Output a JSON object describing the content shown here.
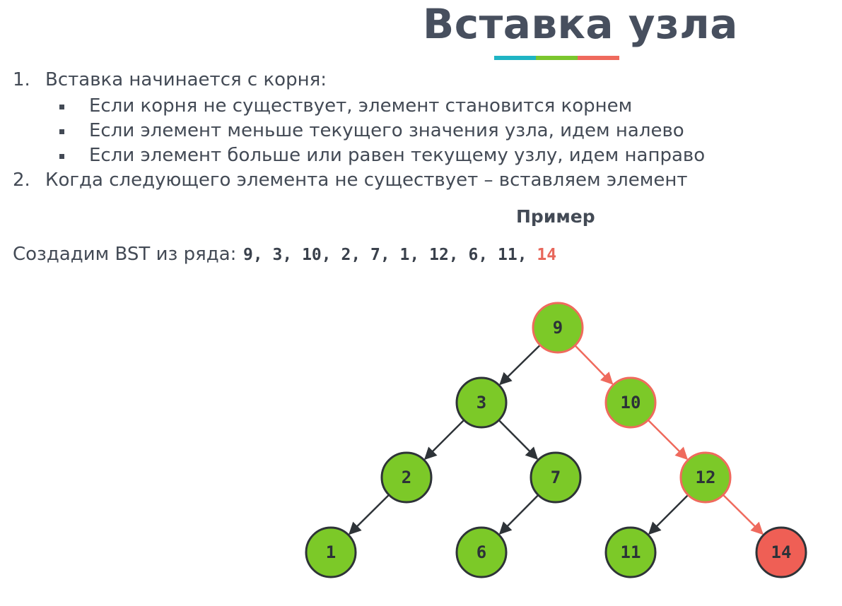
{
  "title": "Вставка узла",
  "accent_colors": [
    "#1fb4c4",
    "#7bc62e",
    "#ef6a5d"
  ],
  "rules": {
    "item1_num": "1.",
    "item1": "Вставка начинается с корня:",
    "bullets": [
      "Если корня не существует, элемент становится корнем",
      "Если элемент меньше текущего значения узла, идем налево",
      "Если элемент больше или равен текущему узлу, идем направо"
    ],
    "item2_num": "2.",
    "item2": "Когда следующего элемента не существует – вставляем элемент"
  },
  "example": {
    "heading": "Пример",
    "label": "Создадим BST из ряда:",
    "sequence": [
      "9",
      "3",
      "10",
      "2",
      "7",
      "1",
      "12",
      "6",
      "11"
    ],
    "highlighted": "14",
    "highlight_color": "#e8675b"
  },
  "tree": {
    "nodes": [
      {
        "id": "n9",
        "label": "9",
        "state": "path"
      },
      {
        "id": "n3",
        "label": "3",
        "state": "normal"
      },
      {
        "id": "n10",
        "label": "10",
        "state": "path"
      },
      {
        "id": "n2",
        "label": "2",
        "state": "normal"
      },
      {
        "id": "n7",
        "label": "7",
        "state": "normal"
      },
      {
        "id": "n12",
        "label": "12",
        "state": "path"
      },
      {
        "id": "n1",
        "label": "1",
        "state": "normal"
      },
      {
        "id": "n6",
        "label": "6",
        "state": "normal"
      },
      {
        "id": "n11",
        "label": "11",
        "state": "normal"
      },
      {
        "id": "n14",
        "label": "14",
        "state": "inserted"
      }
    ],
    "edges": [
      {
        "from": "n9",
        "to": "n3",
        "state": "normal"
      },
      {
        "from": "n9",
        "to": "n10",
        "state": "path"
      },
      {
        "from": "n3",
        "to": "n2",
        "state": "normal"
      },
      {
        "from": "n3",
        "to": "n7",
        "state": "normal"
      },
      {
        "from": "n10",
        "to": "n12",
        "state": "path"
      },
      {
        "from": "n2",
        "to": "n1",
        "state": "normal"
      },
      {
        "from": "n7",
        "to": "n6",
        "state": "normal"
      },
      {
        "from": "n12",
        "to": "n11",
        "state": "normal"
      },
      {
        "from": "n12",
        "to": "n14",
        "state": "path"
      }
    ],
    "colors": {
      "node_fill": "#7cc928",
      "node_stroke": "#2e3338",
      "path_stroke": "#ef6a5d",
      "inserted_fill": "#ef5f55",
      "edge_normal": "#2e3338",
      "edge_path": "#ef6a5d"
    }
  }
}
